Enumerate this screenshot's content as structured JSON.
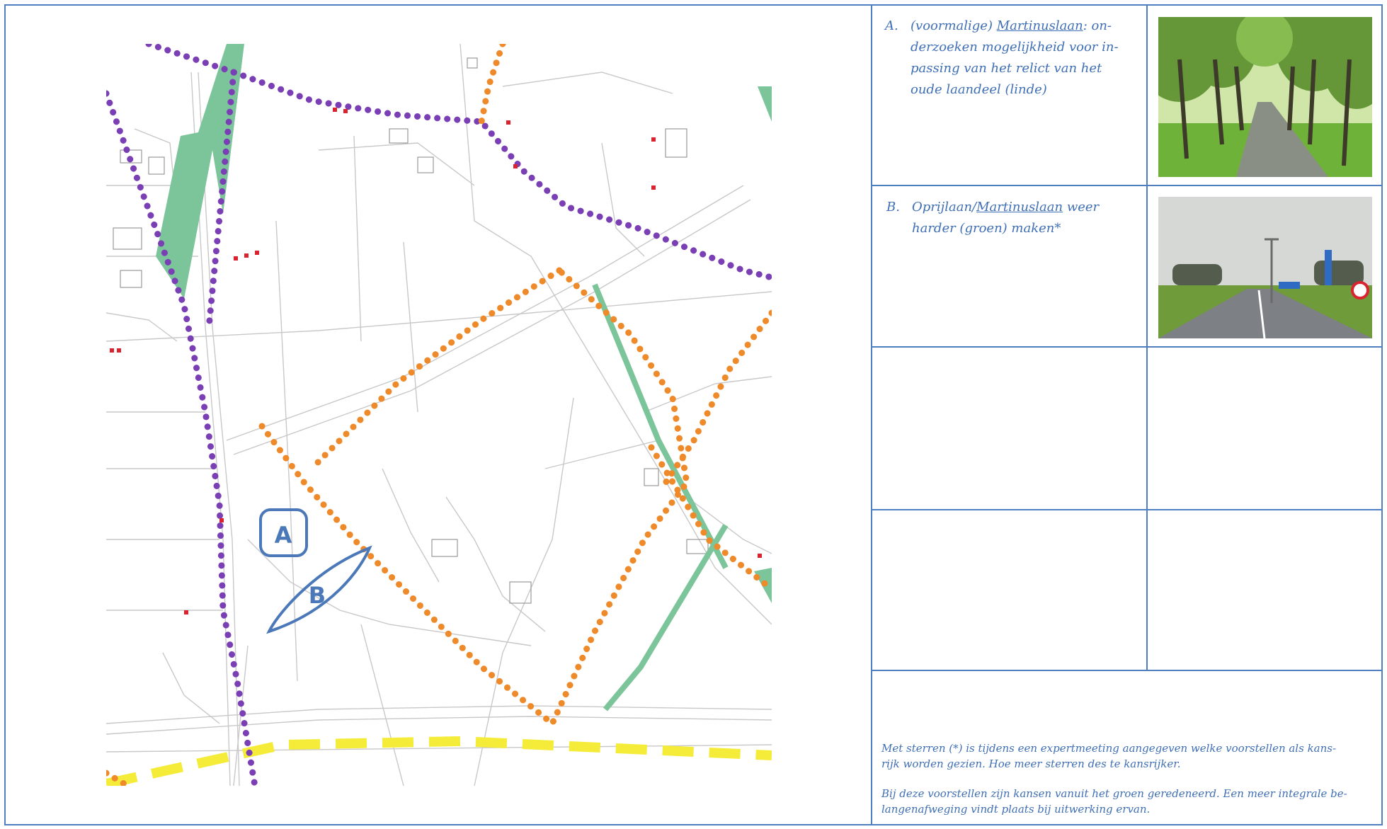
{
  "map": {
    "label_a": "A",
    "label_b": "B",
    "colors": {
      "purple_route": "#7b3fb5",
      "orange_route": "#ef8a2a",
      "green_zone": "#7cc49a",
      "yellow_band": "#f5ec3a",
      "outline_blue": "#4a78b8",
      "base_lines": "#c8c8c8",
      "red_marker": "#d9232e"
    }
  },
  "table": {
    "rows": [
      {
        "marker": "A.",
        "lines": [
          "(voormalige) ",
          "Martinuslaan",
          ": on-"
        ],
        "line2": "derzoeken mogelijkheid voor in-",
        "line3": "passing van het relict van het",
        "line4": "oude laandeel (linde)",
        "photo": "tree-lined-avenue-photo"
      },
      {
        "marker": "B.",
        "line1a": "Oprijlaan/",
        "line1b": "Martinuslaan",
        "line1c": " weer",
        "line2": "harder (groen) maken*",
        "photo": "road-entrance-photo"
      }
    ]
  },
  "footer": {
    "p1_line1": "Met sterren (*) is tijdens een expertmeeting aangegeven welke voorstellen als kans-",
    "p1_line2": "rijk worden gezien. Hoe meer sterren des te kansrijker.",
    "p2_line1": "Bij deze voorstellen zijn kansen vanuit het groen geredeneerd. Een meer integrale be-",
    "p2_line2": "langenafweging vindt plaats bij uitwerking ervan."
  }
}
